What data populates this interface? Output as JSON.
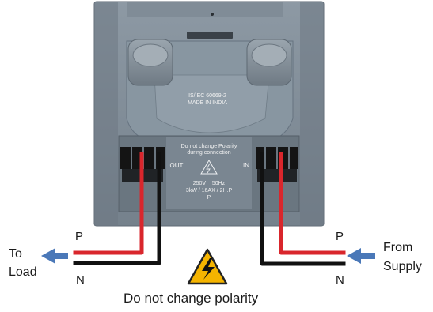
{
  "module": {
    "standard": "IS/IEC 60669-2",
    "origin": "MADE IN INDIA",
    "warning_line1": "Do not change Polarity",
    "warning_line2": "during connection",
    "rating_line1": "250V    50Hz",
    "rating_line2": "3kW / 16AX / 2H.P",
    "rating_line3": "P",
    "terminal_out": "OUT",
    "terminal_in": "IN"
  },
  "wiring": {
    "left_p": "P",
    "left_n": "N",
    "right_p": "P",
    "right_n": "N",
    "to_load_line1": "To",
    "to_load_line2": "Load",
    "from_supply_line1": "From",
    "from_supply_line2": "Supply",
    "caption": "Do not change polarity"
  },
  "colors": {
    "phase_wire": "#d9262c",
    "neutral_wire": "#111111",
    "arrow": "#4a78b8",
    "module_body": "#7f8c98",
    "warning_fill": "#f5b400"
  },
  "icons": {
    "warning": "high-voltage-warning-icon"
  }
}
